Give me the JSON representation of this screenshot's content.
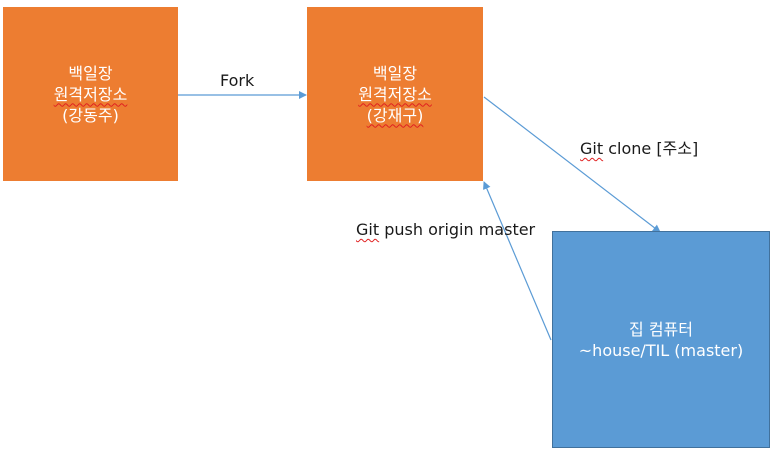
{
  "boxes": {
    "kang_dongju": {
      "line1": "백일장",
      "line2": "원격저장소",
      "line3": "(강동주)"
    },
    "kang_jaegu": {
      "line1": "백일장",
      "line2": "원격저장소",
      "line3": "(강재구)"
    },
    "home_computer": {
      "line1": "집 컴퓨터",
      "line2": "~house/TIL (master)"
    }
  },
  "edges": {
    "fork": "Fork",
    "clone": "Git clone [주소]",
    "push": "Git push origin master"
  },
  "colors": {
    "orange": "#ed7d31",
    "blue": "#5b9bd5",
    "arrow": "#5b9bd5"
  }
}
